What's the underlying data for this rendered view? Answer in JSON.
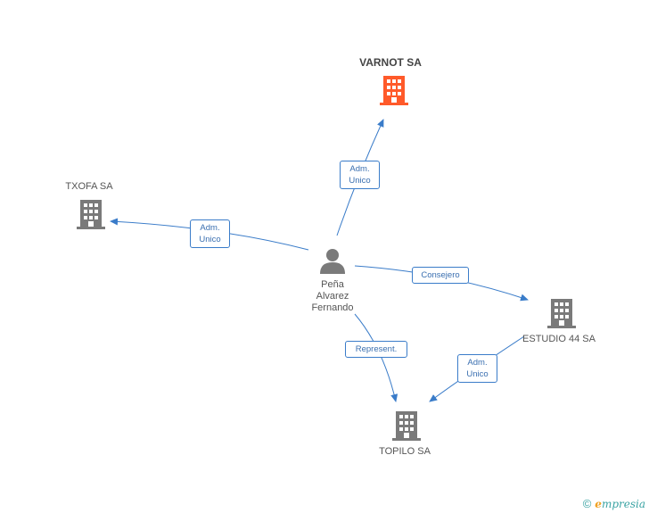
{
  "colors": {
    "accent": "#ff5a2a",
    "node": "#7a7a7a",
    "edge": "#3a7cc9"
  },
  "nodes": {
    "varnot": {
      "label": "VARNOT SA",
      "icon": "building-icon"
    },
    "txofa": {
      "label": "TXOFA SA",
      "icon": "building-icon"
    },
    "estudio": {
      "label": "ESTUDIO 44 SA",
      "icon": "building-icon"
    },
    "topilo": {
      "label": "TOPILO SA",
      "icon": "building-icon"
    },
    "person": {
      "line1": "Peña",
      "line2": "Alvarez",
      "line3": "Fernando",
      "icon": "person-icon"
    }
  },
  "edges": {
    "varnot": {
      "line1": "Adm.",
      "line2": "Unico"
    },
    "txofa": {
      "line1": "Adm.",
      "line2": "Unico"
    },
    "estudio": {
      "line1": "Consejero"
    },
    "topilo_person": {
      "line1": "Represent."
    },
    "topilo_estudio": {
      "line1": "Adm.",
      "line2": "Unico"
    }
  },
  "footer": {
    "copyright": "©",
    "brand_initial": "e",
    "brand_rest": "mpresia"
  }
}
